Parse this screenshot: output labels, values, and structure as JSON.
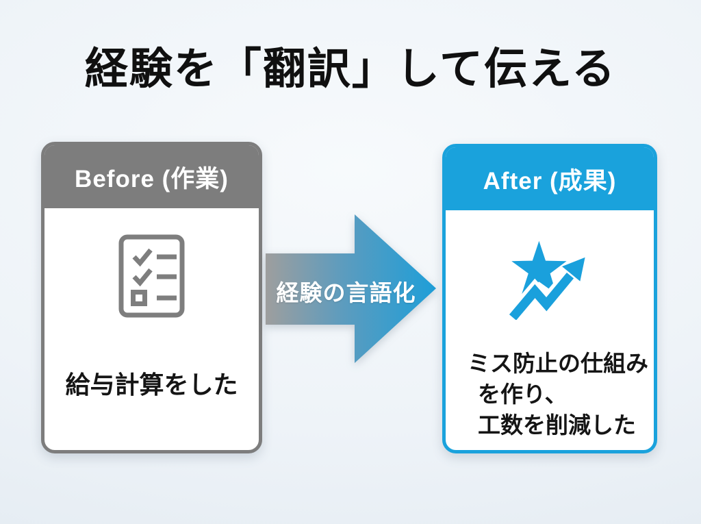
{
  "title": "経験を「翻訳」して伝える",
  "before_card": {
    "header_label": "Before (作業)",
    "body_text": "給与計算をした",
    "icon": "checklist-icon",
    "header_color": "#7d7d7d",
    "border_color": "#7d7d7d"
  },
  "arrow": {
    "label": "経験の言語化",
    "gradient_start": "#9e9e9e",
    "gradient_end": "#1e9ed8",
    "direction": "right"
  },
  "after_card": {
    "header_label": "After (成果)",
    "body_lines": [
      "ミス防止の仕組み",
      "を作り、",
      "工数を削減した"
    ],
    "icon": "star-growth-icon",
    "header_color": "#1aa2dc",
    "border_color": "#1aa2dc"
  }
}
